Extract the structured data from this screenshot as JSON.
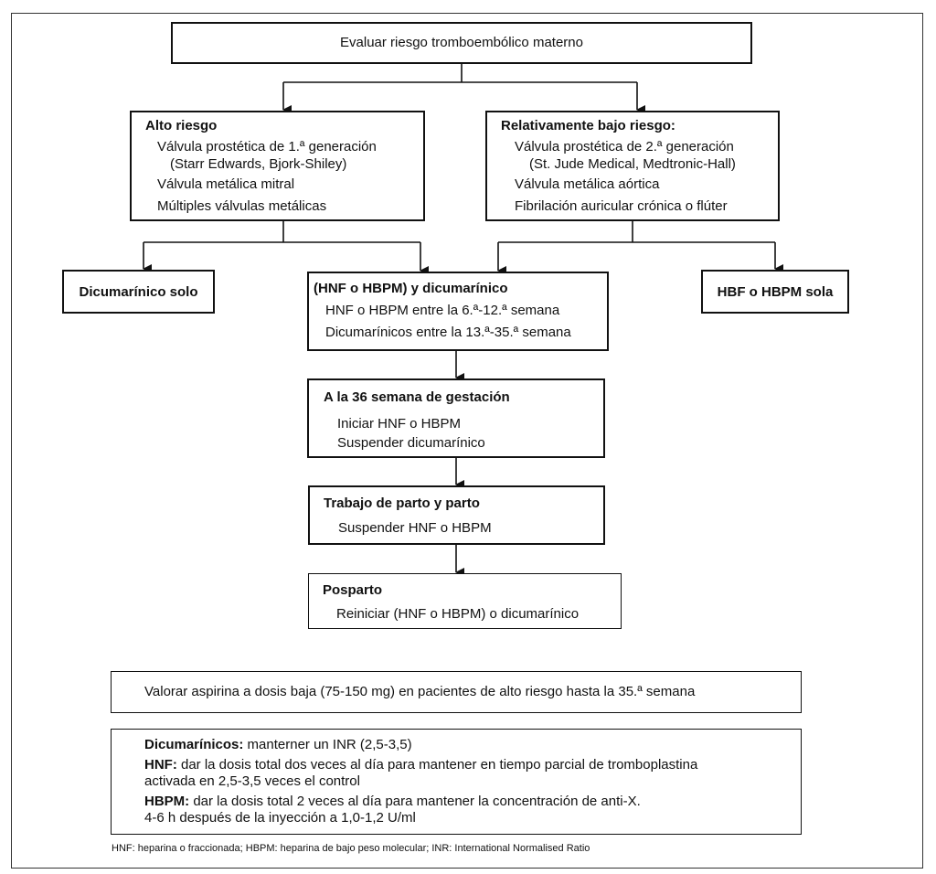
{
  "root": {
    "title": "Evaluar riesgo tromboembólico materno"
  },
  "high_risk": {
    "heading": "Alto riesgo",
    "line1": "Válvula prostética de 1.ª generación",
    "line2": "(Starr Edwards, Bjork-Shiley)",
    "line3": "Válvula metálica mitral",
    "line4": "Múltiples válvulas metálicas"
  },
  "low_risk": {
    "heading": "Relativamente bajo riesgo:",
    "line1": "Válvula prostética de 2.ª generación",
    "line2": "(St. Jude Medical, Medtronic-Hall)",
    "line3": "Válvula metálica aórtica",
    "line4": "Fibrilación auricular crónica o flúter"
  },
  "dicumarinico_solo": {
    "label": "Dicumarínico solo"
  },
  "combined": {
    "heading": "(HNF o HBPM) y dicumarínico",
    "line1": "HNF o HBPM entre la 6.ª-12.ª semana",
    "line2": "Dicumarínicos entre la 13.ª-35.ª semana"
  },
  "hbf_sola": {
    "label": "HBF o HBPM sola"
  },
  "week36": {
    "heading": "A la 36 semana de gestación",
    "line1": "Iniciar HNF o HBPM",
    "line2": "Suspender dicumarínico"
  },
  "labor": {
    "heading": "Trabajo de parto y parto",
    "line1": "Suspender HNF o HBPM"
  },
  "postpartum": {
    "heading": "Posparto",
    "line1": "Reiniciar (HNF o HBPM) o dicumarínico"
  },
  "aspirin_note": "Valorar aspirina a dosis baja (75-150 mg) en pacientes de alto riesgo hasta la 35.ª semana",
  "dosing": {
    "dicum_label": "Dicumarínicos:",
    "dicum_text": " manterner un INR (2,5-3,5)",
    "hnf_label": "HNF:",
    "hnf_text1": " dar la dosis total dos veces al día para mantener en tiempo parcial de tromboplastina",
    "hnf_text2": "activada en 2,5-3,5 veces el control",
    "hbpm_label": "HBPM:",
    "hbpm_text1": " dar la dosis total 2 veces al día para mantener la concentración de anti-X.",
    "hbpm_text2": "4-6 h después de la inyección a 1,0-1,2 U/ml"
  },
  "footnote": "HNF: heparina o fraccionada; HBPM: heparina de bajo peso molecular; INR: International Normalised Ratio"
}
